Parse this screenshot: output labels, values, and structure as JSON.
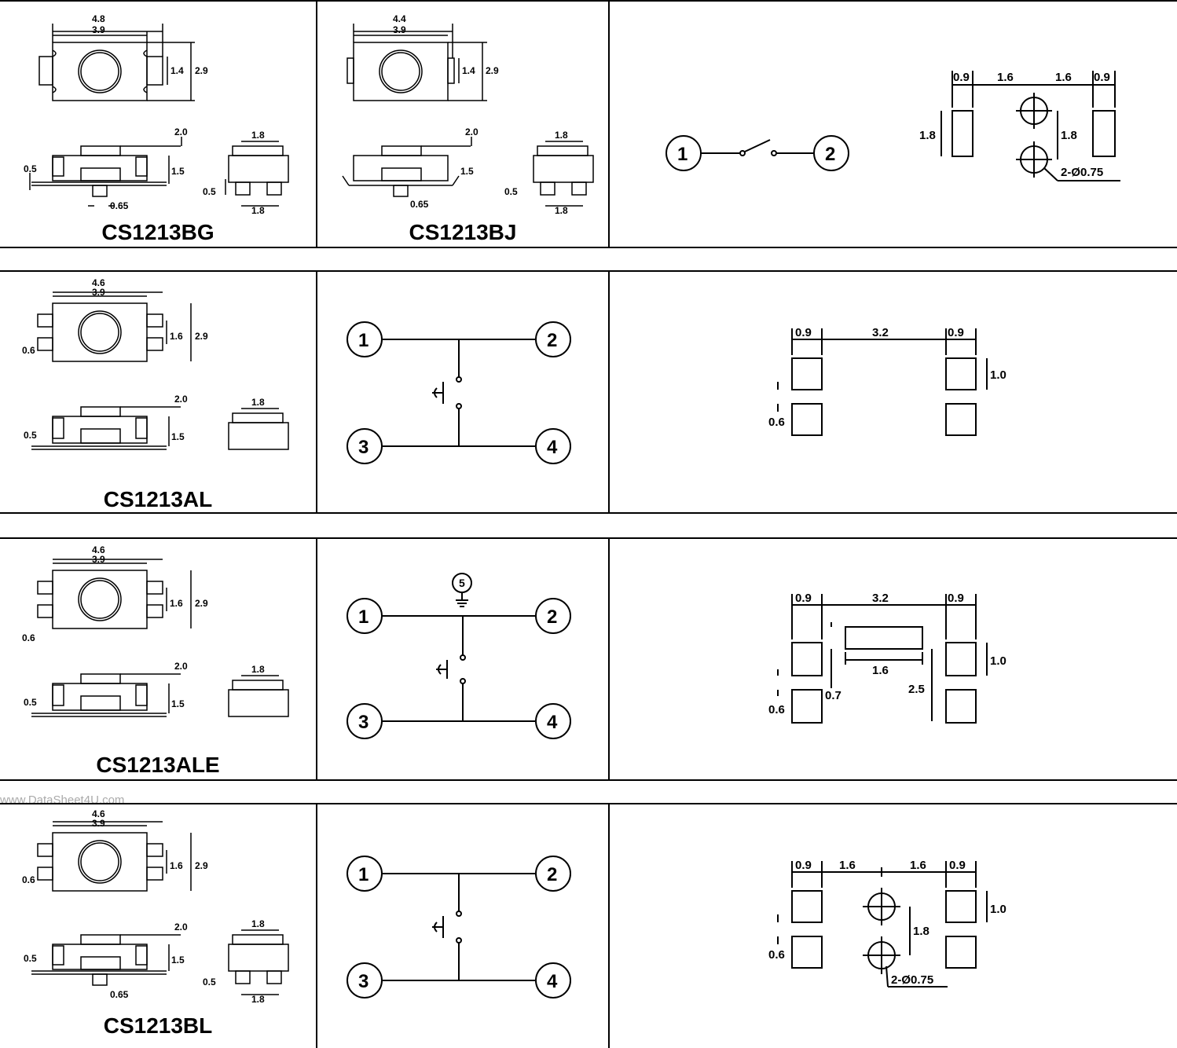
{
  "rows": [
    {
      "model": "CS1213BG",
      "top_width": "4.8",
      "inner_width": "3.9",
      "pin_pitch": "1.4",
      "height": "2.9",
      "side_total": "2.0",
      "side_height": "1.5",
      "side_standoff": "0.5",
      "pin_offset": "0.65",
      "end_top": "1.8",
      "end_bottom": "1.8",
      "end_standoff": "0.5"
    },
    {
      "model": "CS1213BJ",
      "top_width": "4.4",
      "inner_width": "3.9",
      "pin_pitch": "1.4",
      "height": "2.9",
      "side_total": "2.0",
      "side_height": "1.5",
      "pin_offset": "0.65",
      "end_top": "1.8",
      "end_bottom": "1.8",
      "end_standoff": "0.5"
    },
    {
      "model": "CS1213AL",
      "top_width": "4.6",
      "inner_width": "3.9",
      "pin_pitch": "1.6",
      "height": "2.9",
      "pad_gap": "0.6",
      "side_total": "2.0",
      "side_height": "1.5",
      "side_standoff": "0.5",
      "end_top": "1.8"
    },
    {
      "model": "CS1213ALE",
      "top_width": "4.6",
      "inner_width": "3.9",
      "pin_pitch": "1.6",
      "height": "2.9",
      "pad_gap": "0.6",
      "side_total": "2.0",
      "side_height": "1.5",
      "side_standoff": "0.5",
      "end_top": "1.8"
    },
    {
      "model": "CS1213BL",
      "top_width": "4.6",
      "inner_width": "3.9",
      "pin_pitch": "1.6",
      "height": "2.9",
      "pad_gap": "0.6",
      "side_total": "2.0",
      "side_height": "1.5",
      "side_standoff": "0.5",
      "pin_offset": "0.65",
      "end_top": "1.8",
      "end_bottom": "1.8",
      "end_standoff": "0.5"
    }
  ],
  "schematic_2pin": {
    "pins": [
      "1",
      "2"
    ]
  },
  "schematic_4pin": {
    "pins": [
      "1",
      "2",
      "3",
      "4"
    ],
    "ground_pin": "5"
  },
  "layouts": {
    "bg": {
      "d1": "0.9",
      "d2": "1.6",
      "d3": "1.6",
      "d4": "0.9",
      "pad_h": "1.8",
      "hole_pitch": "1.8",
      "hole": "2-Ø0.75"
    },
    "al": {
      "d1": "0.9",
      "d2": "3.2",
      "d3": "0.9",
      "pad_h": "1.0",
      "gap": "0.6"
    },
    "ale": {
      "d1": "0.9",
      "d2": "3.2",
      "d3": "0.9",
      "pad_h": "1.0",
      "gap": "0.6",
      "inner_w": "1.6",
      "inner_off": "0.7",
      "span": "2.5"
    },
    "bl": {
      "d1": "0.9",
      "d2": "1.6",
      "d3": "1.6",
      "d4": "0.9",
      "pad_h": "1.0",
      "gap": "0.6",
      "hole_pitch": "1.8",
      "hole": "2-Ø0.75"
    }
  },
  "watermark": "www.DataSheet4U.com"
}
